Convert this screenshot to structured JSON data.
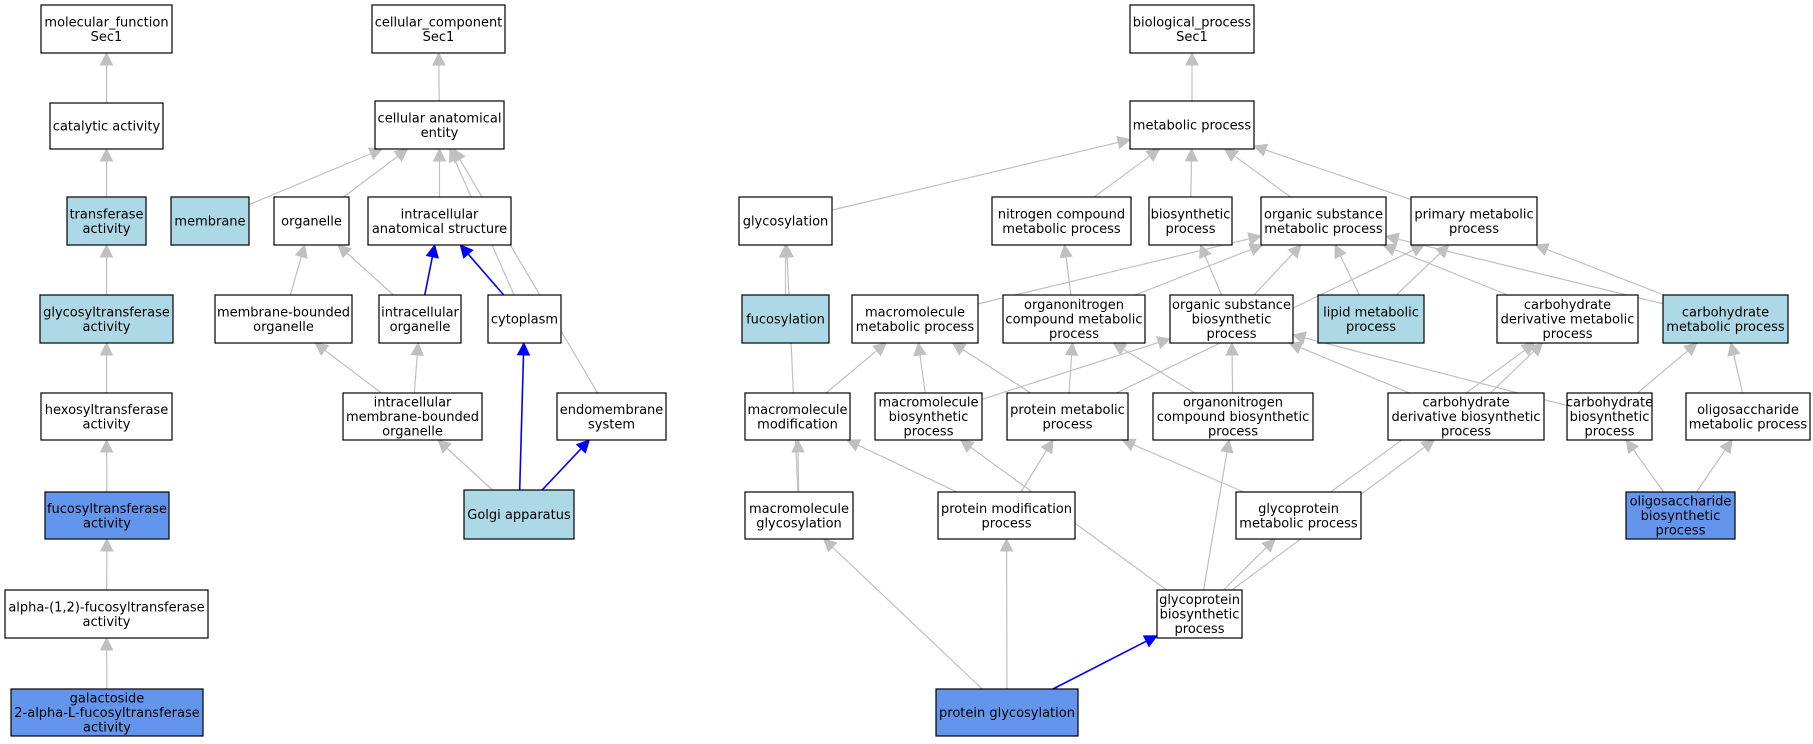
{
  "colors": {
    "plain": "#ffffff",
    "light": "#add8e6",
    "dark": "#6495ed",
    "edge_gray": "#c0c0c0",
    "edge_blue": "#0000ff"
  },
  "nodes": [
    {
      "id": "mf",
      "lines": [
        "molecular_function",
        "Sec1"
      ],
      "fill": "plain"
    },
    {
      "id": "cat",
      "lines": [
        "catalytic activity"
      ],
      "fill": "plain"
    },
    {
      "id": "trans",
      "lines": [
        "transferase",
        "activity"
      ],
      "fill": "light"
    },
    {
      "id": "glycotr",
      "lines": [
        "glycosyltransferase",
        "activity"
      ],
      "fill": "light"
    },
    {
      "id": "hexo",
      "lines": [
        "hexosyltransferase",
        "activity"
      ],
      "fill": "plain"
    },
    {
      "id": "fucotr",
      "lines": [
        "fucosyltransferase",
        "activity"
      ],
      "fill": "dark"
    },
    {
      "id": "alpha12",
      "lines": [
        "alpha-(1,2)-fucosyltransferase",
        "activity"
      ],
      "fill": "plain"
    },
    {
      "id": "galact",
      "lines": [
        "galactoside",
        "2-alpha-L-fucosyltransferase",
        "activity"
      ],
      "fill": "dark"
    },
    {
      "id": "cc",
      "lines": [
        "cellular_component",
        "Sec1"
      ],
      "fill": "plain"
    },
    {
      "id": "cae",
      "lines": [
        "cellular anatomical",
        "entity"
      ],
      "fill": "plain"
    },
    {
      "id": "membrane",
      "lines": [
        "membrane"
      ],
      "fill": "light"
    },
    {
      "id": "organelle",
      "lines": [
        "organelle"
      ],
      "fill": "plain"
    },
    {
      "id": "ias",
      "lines": [
        "intracellular",
        "anatomical structure"
      ],
      "fill": "plain"
    },
    {
      "id": "mbo",
      "lines": [
        "membrane-bounded",
        "organelle"
      ],
      "fill": "plain"
    },
    {
      "id": "io",
      "lines": [
        "intracellular",
        "organelle"
      ],
      "fill": "plain"
    },
    {
      "id": "cyto",
      "lines": [
        "cytoplasm"
      ],
      "fill": "plain"
    },
    {
      "id": "imbo",
      "lines": [
        "intracellular",
        "membrane-bounded",
        "organelle"
      ],
      "fill": "plain"
    },
    {
      "id": "endo",
      "lines": [
        "endomembrane",
        "system"
      ],
      "fill": "plain"
    },
    {
      "id": "golgi",
      "lines": [
        "Golgi apparatus"
      ],
      "fill": "light"
    },
    {
      "id": "bp",
      "lines": [
        "biological_process",
        "Sec1"
      ],
      "fill": "plain"
    },
    {
      "id": "metab",
      "lines": [
        "metabolic process"
      ],
      "fill": "plain"
    },
    {
      "id": "glycosylation",
      "lines": [
        "glycosylation"
      ],
      "fill": "plain"
    },
    {
      "id": "ncmp",
      "lines": [
        "nitrogen compound",
        "metabolic process"
      ],
      "fill": "plain"
    },
    {
      "id": "biosyn",
      "lines": [
        "biosynthetic",
        "process"
      ],
      "fill": "plain"
    },
    {
      "id": "osmp",
      "lines": [
        "organic substance",
        "metabolic process"
      ],
      "fill": "plain"
    },
    {
      "id": "pmp",
      "lines": [
        "primary metabolic",
        "process"
      ],
      "fill": "plain"
    },
    {
      "id": "fucosylation",
      "lines": [
        "fucosylation"
      ],
      "fill": "light"
    },
    {
      "id": "mmp",
      "lines": [
        "macromolecule",
        "metabolic process"
      ],
      "fill": "plain"
    },
    {
      "id": "oncmp",
      "lines": [
        "organonitrogen",
        "compound metabolic",
        "process"
      ],
      "fill": "plain"
    },
    {
      "id": "osbp",
      "lines": [
        "organic substance",
        "biosynthetic",
        "process"
      ],
      "fill": "plain"
    },
    {
      "id": "lmp",
      "lines": [
        "lipid metabolic",
        "process"
      ],
      "fill": "light"
    },
    {
      "id": "cdmp",
      "lines": [
        "carbohydrate",
        "derivative metabolic",
        "process"
      ],
      "fill": "plain"
    },
    {
      "id": "chmp",
      "lines": [
        "carbohydrate",
        "metabolic process"
      ],
      "fill": "light"
    },
    {
      "id": "mmod",
      "lines": [
        "macromolecule",
        "modification"
      ],
      "fill": "plain"
    },
    {
      "id": "mbp",
      "lines": [
        "macromolecule",
        "biosynthetic",
        "process"
      ],
      "fill": "plain"
    },
    {
      "id": "protmp",
      "lines": [
        "protein metabolic",
        "process"
      ],
      "fill": "plain"
    },
    {
      "id": "oncbp",
      "lines": [
        "organonitrogen",
        "compound biosynthetic",
        "process"
      ],
      "fill": "plain"
    },
    {
      "id": "cdbp",
      "lines": [
        "carbohydrate",
        "derivative biosynthetic",
        "process"
      ],
      "fill": "plain"
    },
    {
      "id": "chbp",
      "lines": [
        "carbohydrate",
        "biosynthetic",
        "process"
      ],
      "fill": "plain"
    },
    {
      "id": "oligomp",
      "lines": [
        "oligosaccharide",
        "metabolic process"
      ],
      "fill": "plain"
    },
    {
      "id": "mglyc",
      "lines": [
        "macromolecule",
        "glycosylation"
      ],
      "fill": "plain"
    },
    {
      "id": "pmod",
      "lines": [
        "protein modification",
        "process"
      ],
      "fill": "plain"
    },
    {
      "id": "gpmp",
      "lines": [
        "glycoprotein",
        "metabolic process"
      ],
      "fill": "plain"
    },
    {
      "id": "oligobp",
      "lines": [
        "oligosaccharide",
        "biosynthetic",
        "process"
      ],
      "fill": "dark"
    },
    {
      "id": "gpbp",
      "lines": [
        "glycoprotein",
        "biosynthetic",
        "process"
      ],
      "fill": "plain"
    },
    {
      "id": "pglyc",
      "lines": [
        "protein glycosylation"
      ],
      "fill": "dark"
    }
  ],
  "edges": [
    {
      "from": "cat",
      "to": "mf",
      "color": "gray"
    },
    {
      "from": "trans",
      "to": "cat",
      "color": "gray"
    },
    {
      "from": "glycotr",
      "to": "trans",
      "color": "gray"
    },
    {
      "from": "hexo",
      "to": "glycotr",
      "color": "gray"
    },
    {
      "from": "fucotr",
      "to": "hexo",
      "color": "gray"
    },
    {
      "from": "alpha12",
      "to": "fucotr",
      "color": "gray"
    },
    {
      "from": "galact",
      "to": "alpha12",
      "color": "gray"
    },
    {
      "from": "cae",
      "to": "cc",
      "color": "gray"
    },
    {
      "from": "membrane",
      "to": "cae",
      "color": "gray"
    },
    {
      "from": "organelle",
      "to": "cae",
      "color": "gray"
    },
    {
      "from": "ias",
      "to": "cae",
      "color": "gray"
    },
    {
      "from": "cyto",
      "to": "cae",
      "color": "gray"
    },
    {
      "from": "endo",
      "to": "cae",
      "color": "gray"
    },
    {
      "from": "mbo",
      "to": "organelle",
      "color": "gray"
    },
    {
      "from": "io",
      "to": "organelle",
      "color": "gray"
    },
    {
      "from": "io",
      "to": "ias",
      "color": "blue"
    },
    {
      "from": "cyto",
      "to": "ias",
      "color": "blue"
    },
    {
      "from": "imbo",
      "to": "mbo",
      "color": "gray"
    },
    {
      "from": "imbo",
      "to": "io",
      "color": "gray"
    },
    {
      "from": "golgi",
      "to": "imbo",
      "color": "gray"
    },
    {
      "from": "golgi",
      "to": "cyto",
      "color": "blue"
    },
    {
      "from": "golgi",
      "to": "endo",
      "color": "blue"
    },
    {
      "from": "metab",
      "to": "bp",
      "color": "gray"
    },
    {
      "from": "glycosylation",
      "to": "metab",
      "color": "gray"
    },
    {
      "from": "ncmp",
      "to": "metab",
      "color": "gray"
    },
    {
      "from": "biosyn",
      "to": "metab",
      "color": "gray"
    },
    {
      "from": "osmp",
      "to": "metab",
      "color": "gray"
    },
    {
      "from": "pmp",
      "to": "metab",
      "color": "gray"
    },
    {
      "from": "fucosylation",
      "to": "glycosylation",
      "color": "gray"
    },
    {
      "from": "mglyc",
      "to": "glycosylation",
      "color": "gray"
    },
    {
      "from": "mmp",
      "to": "osmp",
      "color": "gray"
    },
    {
      "from": "oncmp",
      "to": "ncmp",
      "color": "gray"
    },
    {
      "from": "oncmp",
      "to": "osmp",
      "color": "gray"
    },
    {
      "from": "osbp",
      "to": "biosyn",
      "color": "gray"
    },
    {
      "from": "osbp",
      "to": "osmp",
      "color": "gray"
    },
    {
      "from": "lmp",
      "to": "osmp",
      "color": "gray"
    },
    {
      "from": "lmp",
      "to": "pmp",
      "color": "gray"
    },
    {
      "from": "cdmp",
      "to": "osmp",
      "color": "gray"
    },
    {
      "from": "chmp",
      "to": "osmp",
      "color": "gray"
    },
    {
      "from": "chmp",
      "to": "pmp",
      "color": "gray"
    },
    {
      "from": "mmod",
      "to": "mmp",
      "color": "gray"
    },
    {
      "from": "mbp",
      "to": "mmp",
      "color": "gray"
    },
    {
      "from": "mbp",
      "to": "osbp",
      "color": "gray"
    },
    {
      "from": "protmp",
      "to": "mmp",
      "color": "gray"
    },
    {
      "from": "protmp",
      "to": "oncmp",
      "color": "gray"
    },
    {
      "from": "protmp",
      "to": "pmp",
      "color": "gray"
    },
    {
      "from": "oncbp",
      "to": "oncmp",
      "color": "gray"
    },
    {
      "from": "oncbp",
      "to": "osbp",
      "color": "gray"
    },
    {
      "from": "cdbp",
      "to": "cdmp",
      "color": "gray"
    },
    {
      "from": "cdbp",
      "to": "osbp",
      "color": "gray"
    },
    {
      "from": "chbp",
      "to": "chmp",
      "color": "gray"
    },
    {
      "from": "chbp",
      "to": "osbp",
      "color": "gray"
    },
    {
      "from": "oligomp",
      "to": "chmp",
      "color": "gray"
    },
    {
      "from": "mglyc",
      "to": "mmod",
      "color": "gray"
    },
    {
      "from": "pmod",
      "to": "mmod",
      "color": "gray"
    },
    {
      "from": "pmod",
      "to": "protmp",
      "color": "gray"
    },
    {
      "from": "gpmp",
      "to": "protmp",
      "color": "gray"
    },
    {
      "from": "gpmp",
      "to": "cdmp",
      "color": "gray"
    },
    {
      "from": "oligobp",
      "to": "chbp",
      "color": "gray"
    },
    {
      "from": "oligobp",
      "to": "oligomp",
      "color": "gray"
    },
    {
      "from": "gpbp",
      "to": "mbp",
      "color": "gray"
    },
    {
      "from": "gpbp",
      "to": "oncbp",
      "color": "gray"
    },
    {
      "from": "gpbp",
      "to": "gpmp",
      "color": "gray"
    },
    {
      "from": "gpbp",
      "to": "cdbp",
      "color": "gray"
    },
    {
      "from": "pglyc",
      "to": "mglyc",
      "color": "gray"
    },
    {
      "from": "pglyc",
      "to": "pmod",
      "color": "gray"
    },
    {
      "from": "pglyc",
      "to": "gpbp",
      "color": "blue"
    }
  ]
}
